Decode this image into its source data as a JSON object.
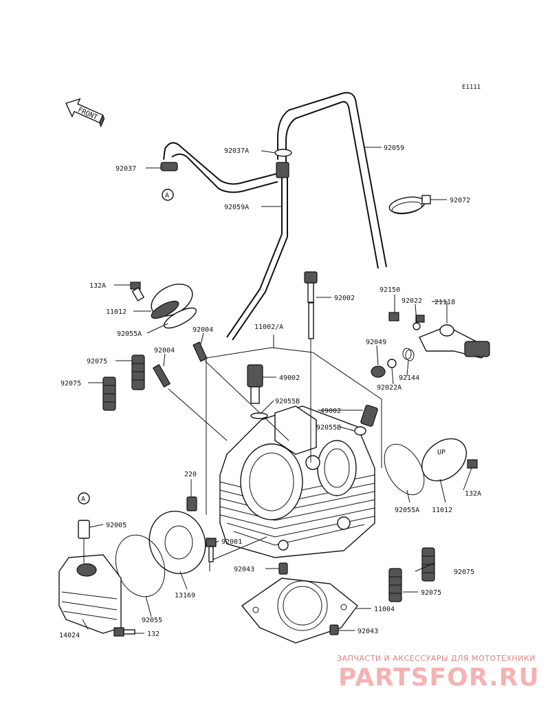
{
  "diagram_code": "E1111",
  "front_label": "FRONT",
  "ref_marker": "A",
  "parts": {
    "p92037A": "92037A",
    "p92059": "92059",
    "p92037": "92037",
    "p92059A": "92059A",
    "p92072": "92072",
    "p132A_top": "132A",
    "p92002": "92002",
    "p92150": "92150",
    "p92022": "92022",
    "p21118": "21118",
    "p11012_top": "11012",
    "p92055A_top": "92055A",
    "p92004_a": "92004",
    "p11002A": "11002/A",
    "p92049": "92049",
    "p92075_a": "92075",
    "p92004_b": "92004",
    "p92144": "92144",
    "p92075_b": "92075",
    "p49002_a": "49002",
    "p92022A": "92022A",
    "p92055B_a": "92055B",
    "p49002_b": "49002",
    "p92055B_b": "92055B",
    "p220": "220",
    "p132A_right": "132A",
    "p92055A_right": "92055A",
    "p11012_right": "11012",
    "p92005": "92005",
    "p92001": "92001",
    "p92075_c": "92075",
    "p92043_a": "92043",
    "p92075_d": "92075",
    "p13169": "13169",
    "p11004": "11004",
    "p92055": "92055",
    "p14024": "14024",
    "p132": "132",
    "p92043_b": "92043"
  },
  "watermark": {
    "line1": "ЗАПЧАСТИ И АКСЕССУАРЫ ДЛЯ МОТОТЕХНИКИ",
    "line2": "PARTSFOR.RU"
  }
}
